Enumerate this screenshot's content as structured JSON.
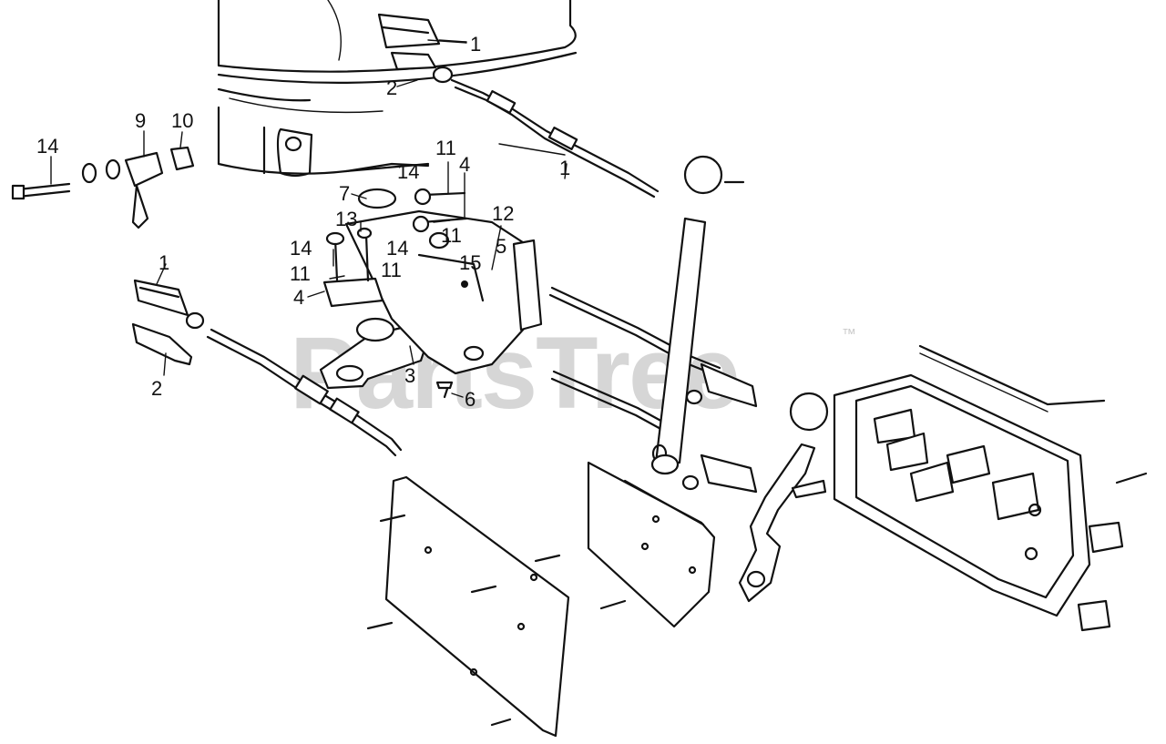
{
  "watermark": {
    "brand": "PartsTree",
    "trademark": "™"
  },
  "callouts": [
    {
      "label": "1"
    },
    {
      "label": "2"
    },
    {
      "label": "1"
    },
    {
      "label": "9"
    },
    {
      "label": "10"
    },
    {
      "label": "14"
    },
    {
      "label": "11"
    },
    {
      "label": "4"
    },
    {
      "label": "14"
    },
    {
      "label": "7"
    },
    {
      "label": "11"
    },
    {
      "label": "12"
    },
    {
      "label": "13"
    },
    {
      "label": "14"
    },
    {
      "label": "5"
    },
    {
      "label": "14"
    },
    {
      "label": "11"
    },
    {
      "label": "11"
    },
    {
      "label": "15"
    },
    {
      "label": "4"
    },
    {
      "label": "1"
    },
    {
      "label": "3"
    },
    {
      "label": "2"
    },
    {
      "label": "6"
    }
  ]
}
